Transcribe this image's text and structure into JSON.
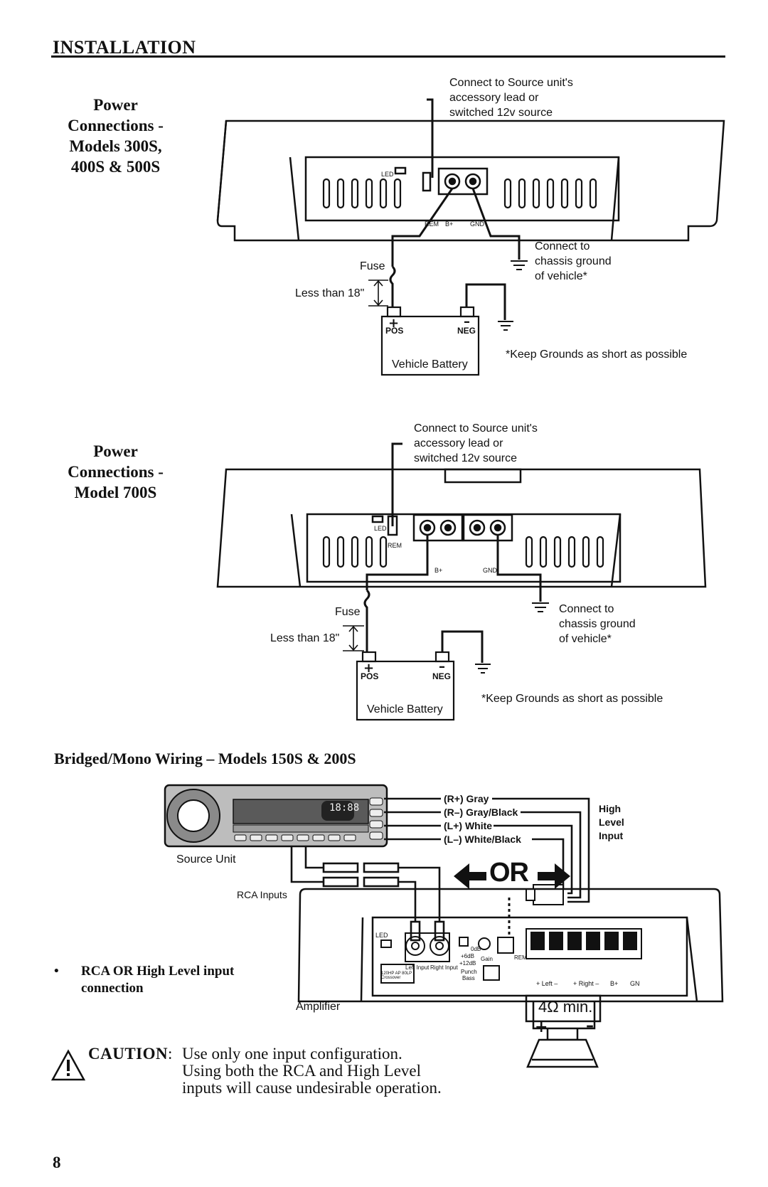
{
  "header": {
    "title": "INSTALLATION"
  },
  "section1": {
    "title_lines": [
      "Power",
      "Connections -",
      "Models 300S,",
      "400S & 500S"
    ],
    "source_lines": [
      "Connect to Source unit's",
      "accessory lead or",
      "switched 12v source"
    ],
    "chassis_lines": [
      "Connect to",
      "chassis ground",
      "of vehicle*"
    ],
    "fuse": "Fuse",
    "less_than": "Less than 18\"",
    "pos": "POS",
    "neg": "NEG",
    "battery": "Vehicle Battery",
    "note": "*Keep Grounds as short as possible",
    "terminals": {
      "led": "LED",
      "rem": "REM",
      "bplus": "B+",
      "gnd": "GND"
    }
  },
  "section2": {
    "title_lines": [
      "Power",
      "Connections -",
      "Model 700S"
    ],
    "source_lines": [
      "Connect to Source unit's",
      "accessory lead or",
      "switched 12v source"
    ],
    "chassis_lines": [
      "Connect to",
      "chassis ground",
      "of vehicle*"
    ],
    "fuse": "Fuse",
    "less_than": "Less than 18\"",
    "pos": "POS",
    "neg": "NEG",
    "battery": "Vehicle Battery",
    "note": "*Keep Grounds as short as possible",
    "terminals": {
      "led": "LED",
      "rem": "REM",
      "bplus": "B+",
      "gnd": "GND"
    }
  },
  "section3": {
    "title": "Bridged/Mono Wiring – Models 150S & 200S",
    "wires": [
      "(R+) Gray",
      "(R–) Gray/Black",
      "(L+) White",
      "(L–) White/Black"
    ],
    "high_level": [
      "High",
      "Level",
      "Input"
    ],
    "source_unit": "Source Unit",
    "rca_inputs": "RCA Inputs",
    "or_label": "OR",
    "amplifier": "Amplifier",
    "impedance": "4Ω min.",
    "bullet_lines": [
      "RCA OR High Level input",
      "connection"
    ],
    "amp_labels": {
      "led": "LED",
      "left_input": "Left Input",
      "right_input": "Right Input",
      "db0": "0dB",
      "db6": "+6dB",
      "db12": "+12dB",
      "gain": "Gain",
      "punch": "Punch",
      "bass": "Bass",
      "rem": "REM",
      "crossover1": "120HP AP 80LP",
      "crossover2": "Crossover",
      "left_term": "+  Left  –",
      "right_term": "+ Right –",
      "bplus": "B+",
      "gnd": "GN"
    },
    "head_display": "18:88"
  },
  "caution": {
    "label": "CAUTION",
    "lines": [
      "Use only one input configuration.",
      "Using both the RCA and High Level",
      "inputs will cause undesirable operation."
    ]
  },
  "page_number": "8"
}
